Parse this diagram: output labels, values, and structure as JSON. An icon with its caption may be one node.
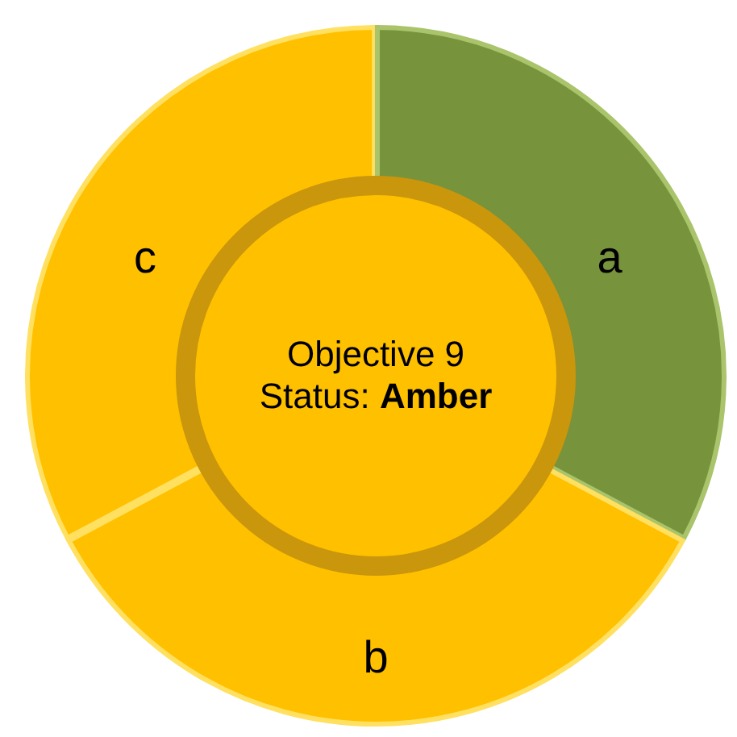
{
  "diagram": {
    "nodes": [
      {
        "text": [
          "c"
        ]
      },
      {
        "text": [
          "a"
        ]
      },
      {
        "text": [
          "Objective 9 Status: **Amber**"
        ]
      },
      {
        "text": [
          "b"
        ]
      }
    ]
  }
}
